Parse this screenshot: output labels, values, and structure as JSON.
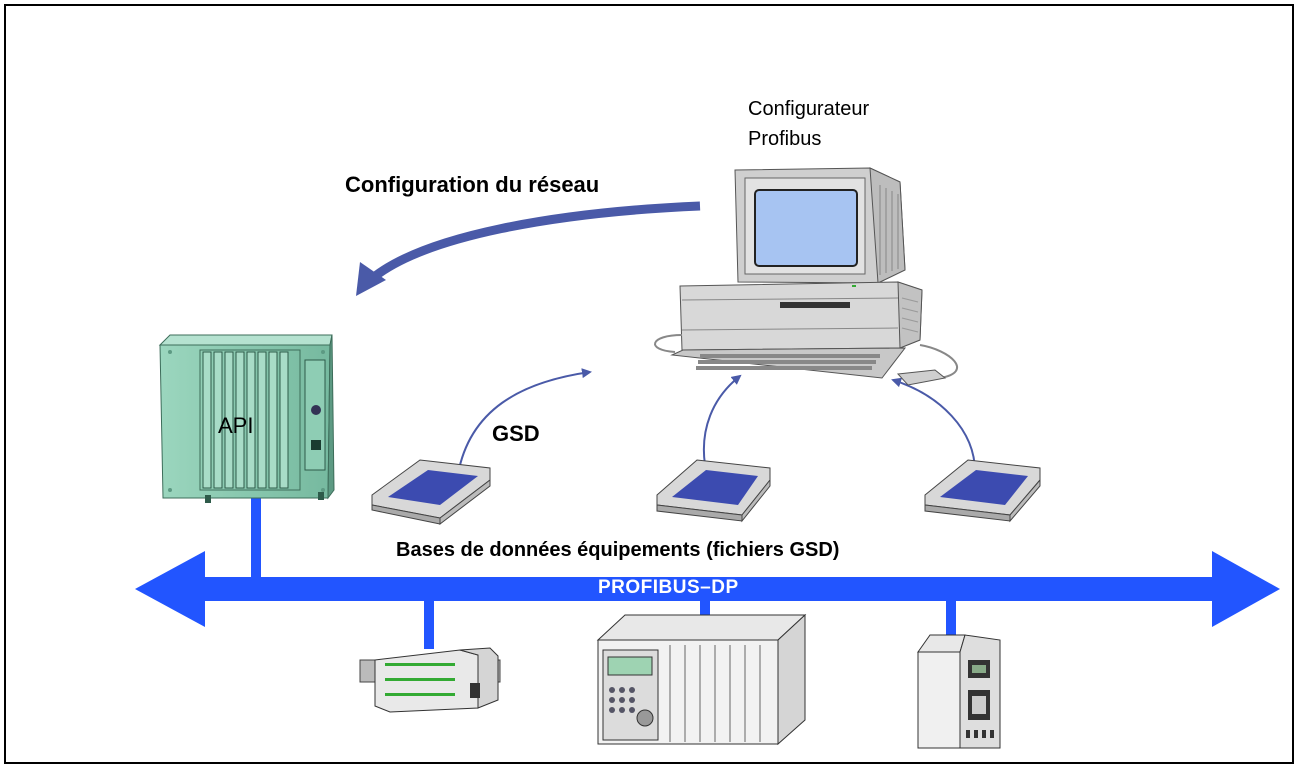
{
  "labels": {
    "configurateur_line1": "Configurateur",
    "configurateur_line2": "Profibus",
    "configuration_reseau": "Configuration du réseau",
    "api": "API",
    "gsd": "GSD",
    "bases_de_donnees": "Bases de données équipements (fichiers GSD)",
    "bus": "PROFIBUS–DP"
  },
  "colors": {
    "bus_blue": "#2255ff",
    "arrow_blue": "#4a5aa8",
    "rack_green": "#86c9b0",
    "computer_gray": "#d0d0d0",
    "screen_blue": "#a7c4f2",
    "disk_blue": "#3c4bb0"
  },
  "icons": [
    "computer-icon",
    "plc-rack-icon",
    "floppy-disk-icon",
    "io-module-icon",
    "drive-unit-icon",
    "terminal-unit-icon"
  ]
}
